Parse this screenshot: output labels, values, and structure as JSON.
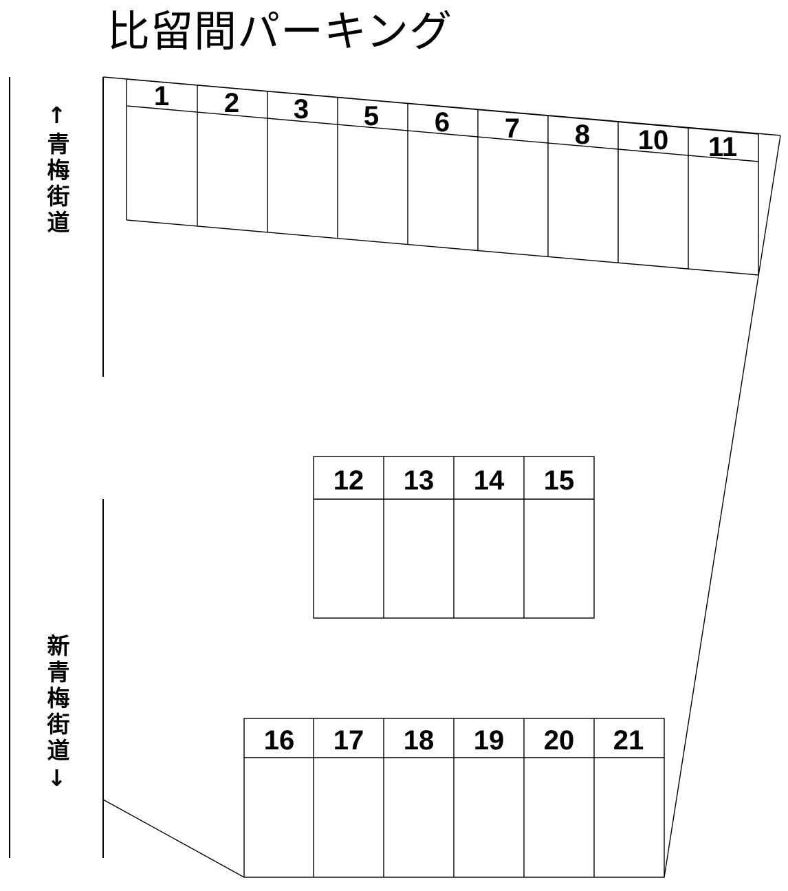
{
  "title": "比留間パーキング",
  "roads": {
    "north": {
      "label": "↑青梅街道",
      "arrow": "↑",
      "name": "青梅街道"
    },
    "south": {
      "label": "新青梅街道↓",
      "arrow": "↓",
      "name": "新青梅街道"
    }
  },
  "colors": {
    "line": "#000000",
    "background": "#ffffff",
    "text": "#000000"
  },
  "rows": {
    "top": {
      "stalls": [
        "1",
        "2",
        "3",
        "5",
        "6",
        "7",
        "8",
        "10",
        "11"
      ]
    },
    "middle": {
      "stalls": [
        "12",
        "13",
        "14",
        "15"
      ]
    },
    "bottom": {
      "stalls": [
        "16",
        "17",
        "18",
        "19",
        "20",
        "21"
      ]
    }
  }
}
